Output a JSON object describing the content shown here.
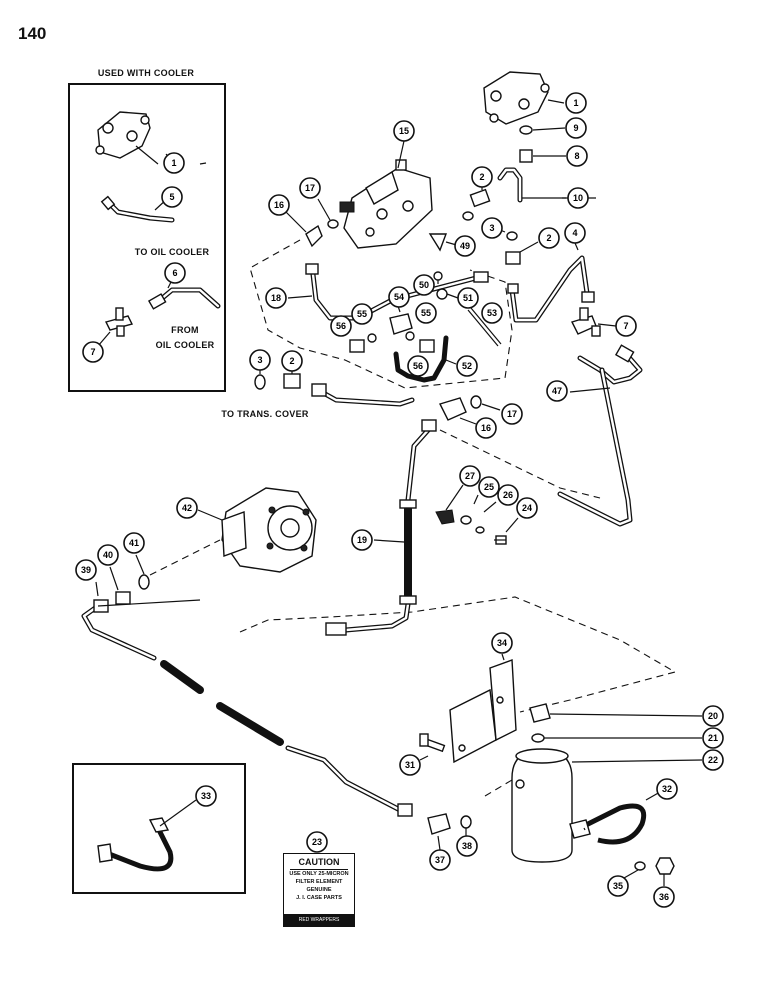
{
  "page_number": "140",
  "labels": {
    "used_with_cooler": "USED WITH COOLER",
    "to_oil_cooler": "TO OIL COOLER",
    "from_oil_cooler": "FROM\nOIL COOLER",
    "to_trans_cover": "TO TRANS. COVER"
  },
  "caution_label": {
    "title": "CAUTION",
    "line1": "USE ONLY 25-MICRON",
    "line2": "FILTER ELEMENT",
    "line3": "GENUINE",
    "line4": "J. I. CASE PARTS",
    "footer": "RED WRAPPERS"
  },
  "callouts": [
    "1",
    "9",
    "8",
    "10",
    "2",
    "4",
    "3",
    "15",
    "17",
    "16",
    "49",
    "18",
    "50",
    "51",
    "54",
    "55",
    "53",
    "56",
    "7",
    "47",
    "52",
    "19",
    "27",
    "25",
    "26",
    "24",
    "42",
    "41",
    "40",
    "39",
    "34",
    "20",
    "21",
    "22",
    "31",
    "33",
    "32",
    "23",
    "37",
    "38",
    "35",
    "36",
    "5",
    "6"
  ]
}
